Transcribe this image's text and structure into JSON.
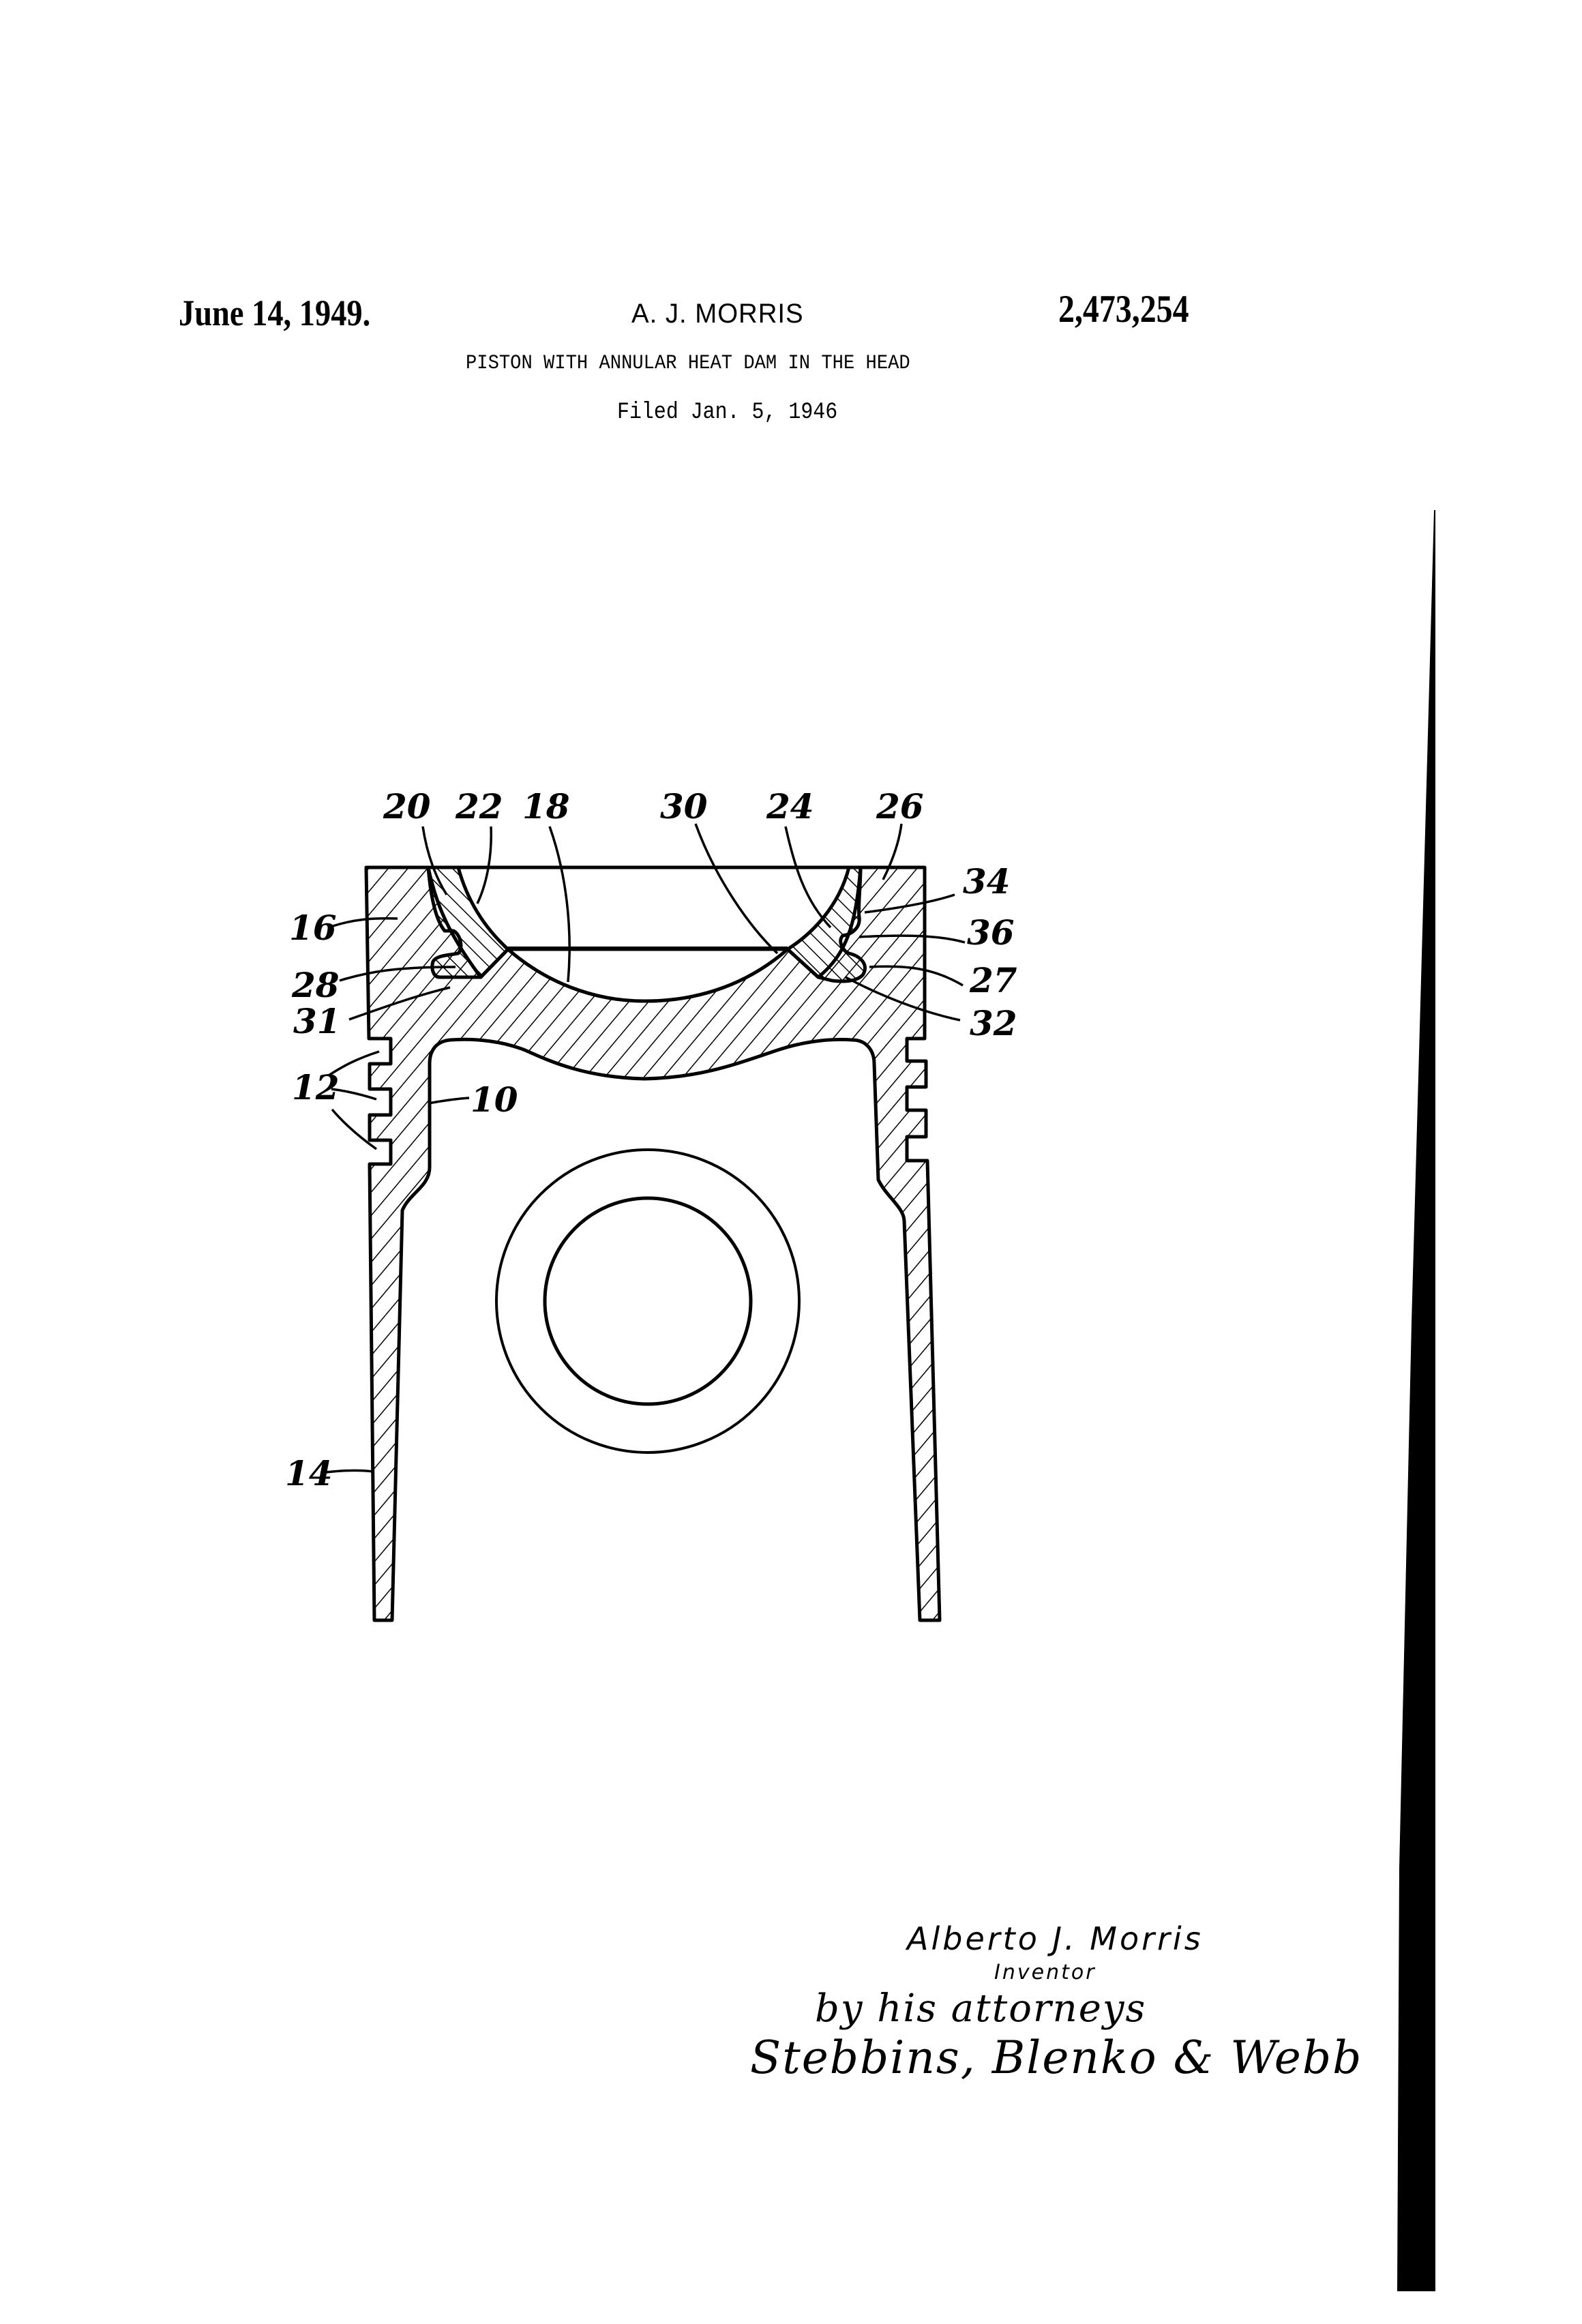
{
  "header": {
    "date": "June 14, 1949.",
    "inventor": "A. J. MORRIS",
    "patent_number": "2,473,254",
    "title": "PISTON WITH ANNULAR HEAT DAM IN THE HEAD",
    "filed": "Filed Jan. 5, 1946"
  },
  "figure": {
    "subject": "piston cross-section",
    "reference_numerals": {
      "n20": "20",
      "n22": "22",
      "n18": "18",
      "n30": "30",
      "n24": "24",
      "n26": "26",
      "n16": "16",
      "n28": "28",
      "n31": "31",
      "n34": "34",
      "n36": "36",
      "n27": "27",
      "n32": "32",
      "n12": "12",
      "n10": "10",
      "n14": "14"
    }
  },
  "signature": {
    "inventor_name": "Alberto J. Morris",
    "inventor_role": "Inventor",
    "by_line": "by his attorneys",
    "attorneys": "Stebbins, Blenko & Webb"
  },
  "colors": {
    "ink": "#000000",
    "paper": "#ffffff"
  }
}
